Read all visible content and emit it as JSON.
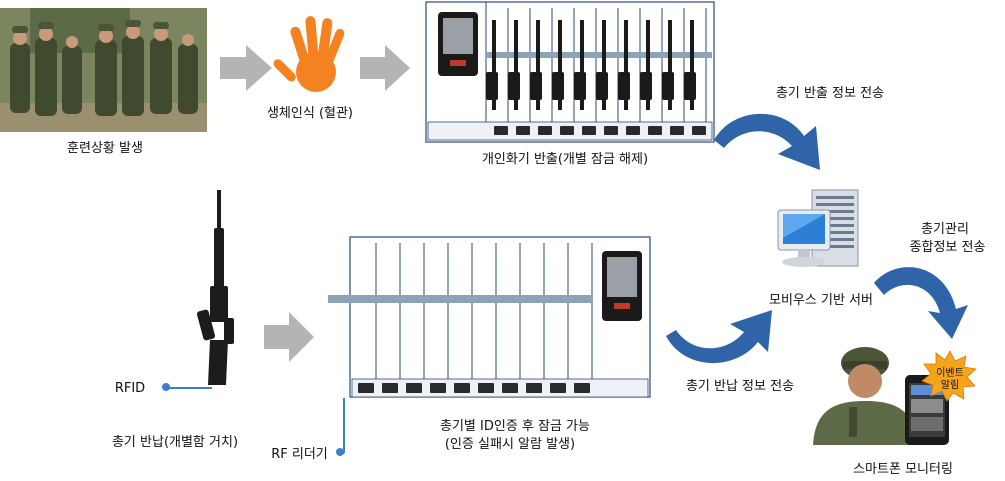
{
  "labels": {
    "training": "훈련상황 발생",
    "biometric": "생체인식 (혈관)",
    "rack_out": "개인화기 반출(개별 잠금 해제)",
    "send_out_info": "총기 반출 정보 전송",
    "mgmt_info_line1": "총기관리",
    "mgmt_info_line2": "종합정보 전송",
    "server": "모비우스 기반 서버",
    "rfid": "RFID",
    "return": "총기 반납(개별함 거치)",
    "rf_reader": "RF 리더기",
    "rack_in_line1": "총기별 ID인증 후 잠금 가능",
    "rack_in_line2": "(인증 실패시 알람 발생)",
    "send_return_info": "총기 반납 정보 전송",
    "smartphone": "스마트폰 모니터링",
    "event_alarm_line1": "이벤트",
    "event_alarm_line2": "알림"
  },
  "colors": {
    "gray_arrow": "#b4b4b4",
    "blue_arrow": "#2f64a8",
    "hand": "#f58220",
    "alarm_burst": "#f7a41d",
    "pin": "#3b7fc4"
  },
  "icons": {
    "hand": "hand-icon",
    "server": "server-computer-icon",
    "rifle": "rifle-icon",
    "smartphone": "smartphone-icon"
  }
}
